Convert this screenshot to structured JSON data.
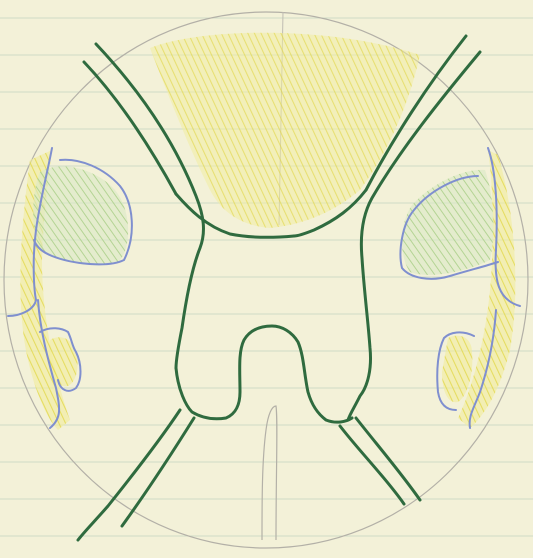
{
  "colors": {
    "paper": "#f3f1d8",
    "ruled_line": "#c9d9c2",
    "pencil": "#a9a79f",
    "green_ink": "#2f6b3f",
    "blue_ink": "#7f8fcf",
    "yellow_pencil": "#e6dd4c",
    "green_pencil": "#a9cf86"
  },
  "icons": {
    "circle_outline": "pencil-circle",
    "central_structure": "green-x-shaped-structure",
    "left_lobe": "blue-outlined-region",
    "right_lobe": "blue-outlined-region"
  }
}
